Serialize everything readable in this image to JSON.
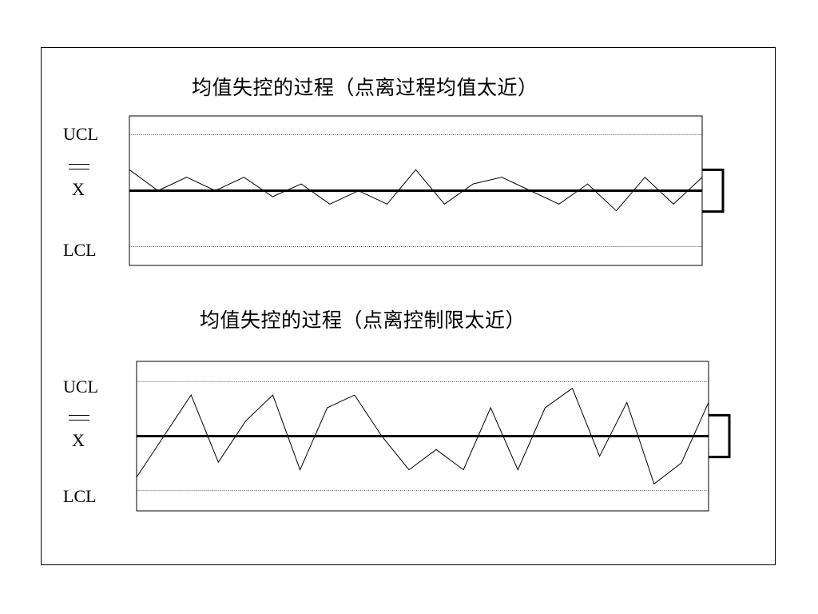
{
  "chart_data": [
    {
      "type": "line",
      "title": "均值失控的过程（点离过程均值太近）",
      "labels": {
        "ucl": "UCL",
        "center": "X",
        "lcl": "LCL"
      },
      "ylim": [
        -1,
        1
      ],
      "ucl": 0.75,
      "lcl": -0.75,
      "center": 0,
      "series": [
        {
          "values": [
            0.28,
            0.0,
            0.18,
            0.0,
            0.18,
            -0.08,
            0.09,
            -0.18,
            0.0,
            -0.18,
            0.28,
            -0.18,
            0.09,
            0.18,
            0.0,
            -0.18,
            0.09,
            -0.27,
            0.18,
            -0.18,
            0.18
          ]
        }
      ],
      "bracket": [
        0.28,
        -0.28
      ]
    },
    {
      "type": "line",
      "title": "均值失控的过程（点离控制限太近）",
      "labels": {
        "ucl": "UCL",
        "center": "X",
        "lcl": "LCL"
      },
      "ylim": [
        -1,
        1
      ],
      "ucl": 0.73,
      "lcl": -0.73,
      "center": 0,
      "series": [
        {
          "values": [
            -0.55,
            0.0,
            0.55,
            -0.35,
            0.2,
            0.55,
            -0.45,
            0.38,
            0.55,
            0.0,
            -0.45,
            -0.18,
            -0.45,
            0.38,
            -0.45,
            0.38,
            0.64,
            -0.27,
            0.45,
            -0.64,
            -0.36,
            0.45
          ]
        }
      ],
      "bracket": [
        0.28,
        -0.28
      ]
    }
  ]
}
